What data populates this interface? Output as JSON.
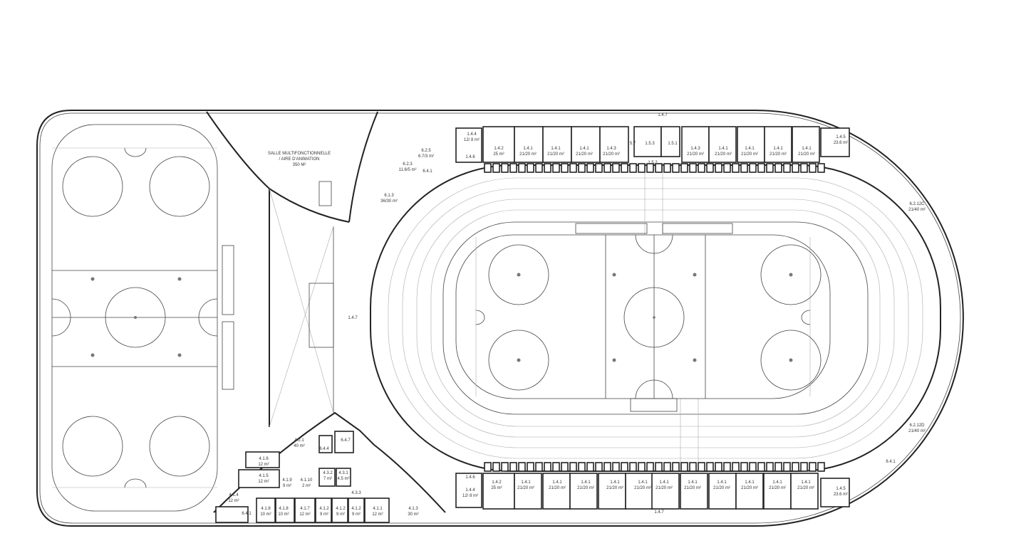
{
  "plan": {
    "multipurpose_room": {
      "line1": "SALLE MULTIFONCTIONNELLE",
      "line2": "/ AIRE D'ANIMATION",
      "area": "350 M²"
    },
    "labels": [
      {
        "code": "1.4.7"
      },
      {
        "code": "1.4.4",
        "area": "12/ 8 m²"
      },
      {
        "code": "1.4.6"
      },
      {
        "code": "1.4.2",
        "area": "25 m²"
      },
      {
        "code": "1.4.1",
        "area": "21/20 m²"
      },
      {
        "code": "1.4.1",
        "area": "21/20 m²"
      },
      {
        "code": "1.4.1",
        "area": "21/20 m²"
      },
      {
        "code": "1.4.3",
        "area": "21/20 m²"
      },
      {
        "code": "5.7"
      },
      {
        "code": "1.5.3"
      },
      {
        "code": "1.5.1"
      },
      {
        "code": "1.4.3",
        "area": "21/20 m²"
      },
      {
        "code": "1.4.1",
        "area": "21/20 m²"
      },
      {
        "code": "1.4.1",
        "area": "21/20 m²"
      },
      {
        "code": "1.4.1",
        "area": "21/20 m²"
      },
      {
        "code": "1.4.1",
        "area": "21/20 m²"
      },
      {
        "code": "1.4.5",
        "area": "23.6 m²"
      },
      {
        "code": "1.5.2"
      },
      {
        "code": "6.2.3",
        "area": "11.6/5 m²"
      },
      {
        "code": "6.2.5",
        "area": "6.7/3 m²"
      },
      {
        "code": "6.4.1"
      },
      {
        "code": "6.1.3",
        "area": "36/30 m²"
      },
      {
        "code": "6.2.12C",
        "area": "21/40 m²"
      },
      {
        "code": "6.2.12D",
        "area": "21/40 m²"
      },
      {
        "code": "1.4.5",
        "area": "23.6 m²"
      },
      {
        "code": "6.4.1"
      },
      {
        "code": "1.4.6"
      },
      {
        "code": "1.4.4",
        "area": "12/ 8 m²"
      },
      {
        "code": "1.4.2",
        "area": "25 m²"
      },
      {
        "code": "1.4.1",
        "area": "21/20 m²"
      },
      {
        "code": "1.4.1",
        "area": "21/20 m²"
      },
      {
        "code": "1.4.1",
        "area": "21/20 m²"
      },
      {
        "code": "1.4.1",
        "area": "21/20 m²"
      },
      {
        "code": "1.4.1",
        "area": "21/20 m²"
      },
      {
        "code": "1.4.1",
        "area": "21/20 m²"
      },
      {
        "code": "1.4.1",
        "area": "21/20 m²"
      },
      {
        "code": "1.4.1",
        "area": "21/20 m²"
      },
      {
        "code": "1.4.1",
        "area": "21/20 m²"
      },
      {
        "code": "1.4.1",
        "area": "21/20 m²"
      },
      {
        "code": "1.4.1",
        "area": "21/20 m²"
      },
      {
        "code": "1.4.7"
      },
      {
        "code": "1.4.7"
      },
      {
        "code": "4.2.1",
        "area": "40 m²"
      },
      {
        "code": "6.4.4"
      },
      {
        "code": "6.4.7"
      },
      {
        "code": "4.1.6",
        "area": "12 m²"
      },
      {
        "code": "4.1.5",
        "area": "12 m²"
      },
      {
        "code": "4.1.9",
        "area": "9 m²"
      },
      {
        "code": "4.1.10",
        "area": "2 m²"
      },
      {
        "code": "4.3.2",
        "area": "7 m²"
      },
      {
        "code": "4.3.1",
        "area": "4.5 m²"
      },
      {
        "code": "4.3.3"
      },
      {
        "code": "4.1.4",
        "area": "12 m²"
      },
      {
        "code": "6.4.1"
      },
      {
        "code": "4.1.8",
        "area": "10 m²"
      },
      {
        "code": "4.1.8",
        "area": "10 m²"
      },
      {
        "code": "4.1.7",
        "area": "12 m²"
      },
      {
        "code": "4.1.2",
        "area": "9 m²"
      },
      {
        "code": "4.1.2",
        "area": "9 m²"
      },
      {
        "code": "4.1.2",
        "area": "9 m²"
      },
      {
        "code": "4.1.1",
        "area": "12 m²"
      },
      {
        "code": "4.1.3",
        "area": "30 m²"
      }
    ]
  }
}
